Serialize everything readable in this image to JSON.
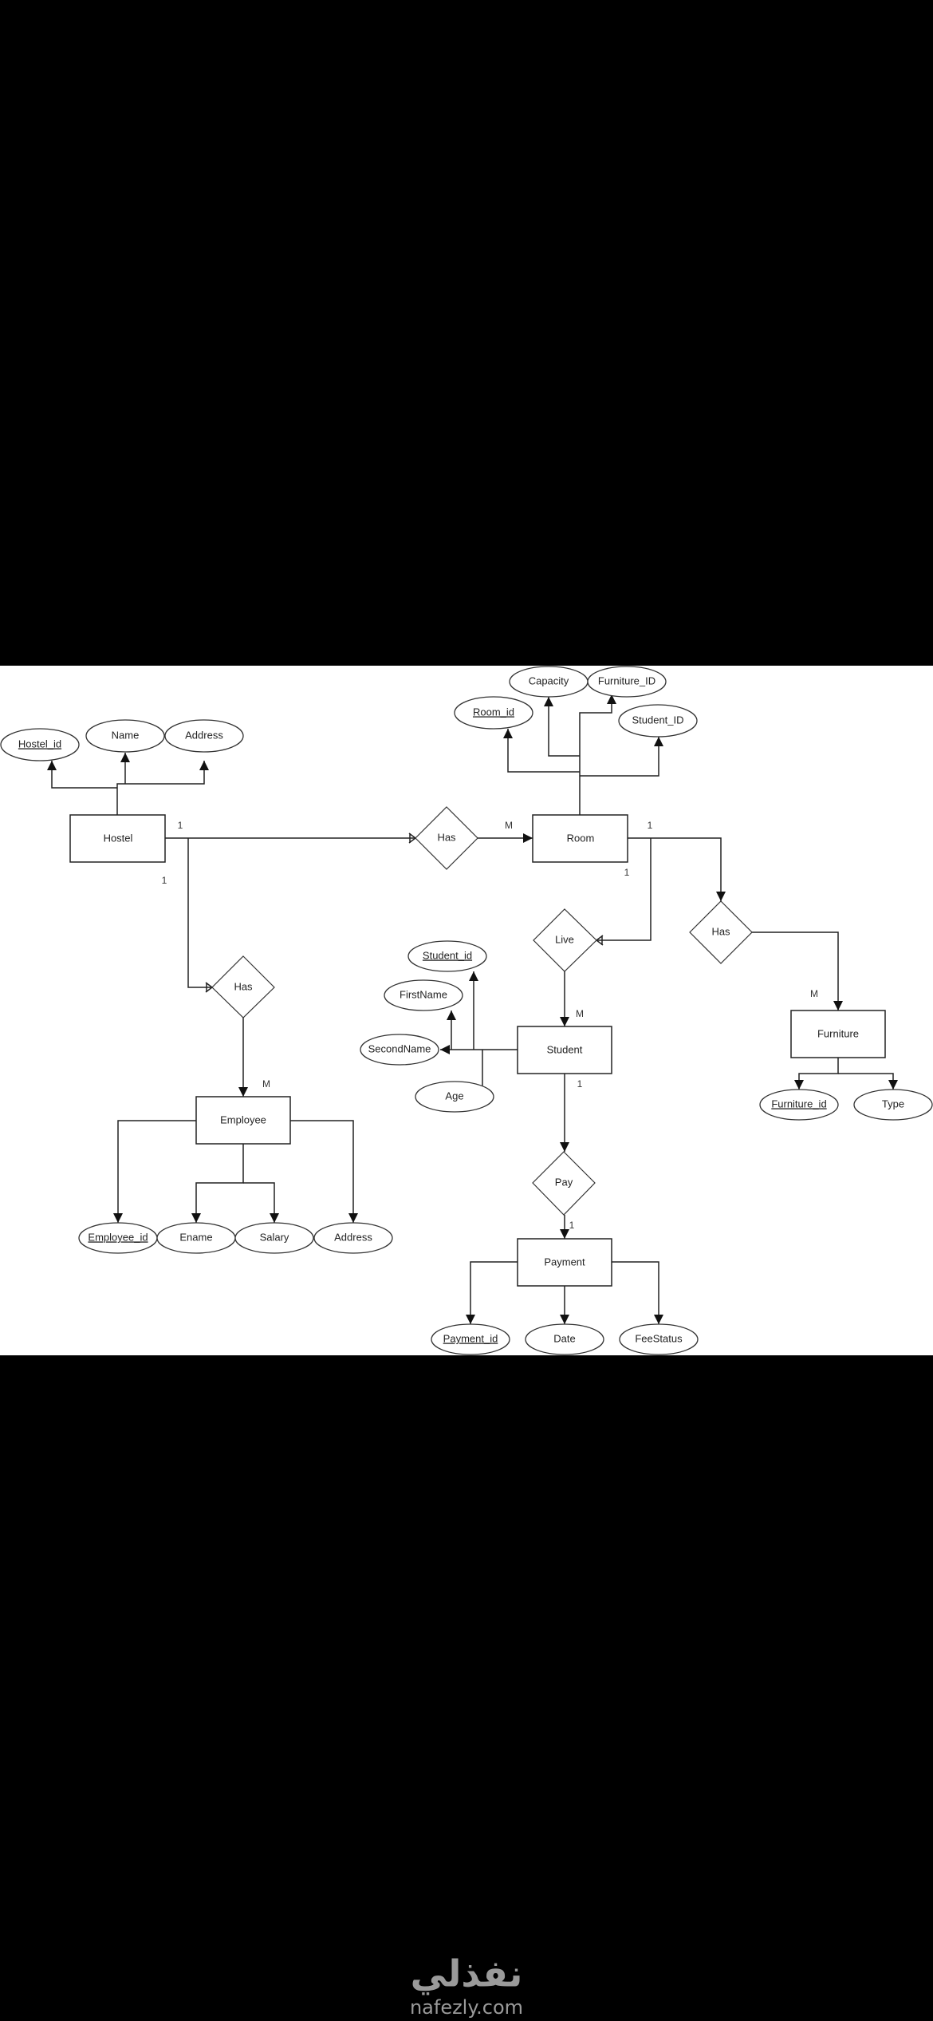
{
  "entities": {
    "hostel": "Hostel",
    "room": "Room",
    "student": "Student",
    "employee": "Employee",
    "furniture": "Furniture",
    "payment": "Payment"
  },
  "relationships": {
    "hostel_room": "Has",
    "hostel_employee": "Has",
    "room_student": "Live",
    "room_furniture": "Has",
    "student_payment": "Pay"
  },
  "attributes": {
    "hostel": {
      "id": "Hostel_id",
      "name": "Name",
      "address": "Address"
    },
    "room": {
      "id": "Room_id",
      "capacity": "Capacity",
      "furniture_id": "Furniture_ID",
      "student_id": "Student_ID"
    },
    "student": {
      "id": "Student_id",
      "first_name": "FirstName",
      "second_name": "SecondName",
      "age": "Age"
    },
    "employee": {
      "id": "Employee_id",
      "ename": "Ename",
      "salary": "Salary",
      "address": "Address"
    },
    "furniture": {
      "id": "Furniture_id",
      "type": "Type"
    },
    "payment": {
      "id": "Payment_id",
      "date": "Date",
      "fee_status": "FeeStatus"
    }
  },
  "cardinalities": {
    "hostel_room_hostel": "1",
    "hostel_room_room": "M",
    "hostel_employee_hostel": "1",
    "hostel_employee_employee": "M",
    "room_furniture_room": "1",
    "room_furniture_furniture": "M",
    "room_student_room": "1",
    "room_student_student": "M",
    "student_payment_student": "1",
    "student_payment_payment": "1"
  },
  "watermark": {
    "arabic": "نفذلي",
    "latin": "nafezly.com"
  }
}
